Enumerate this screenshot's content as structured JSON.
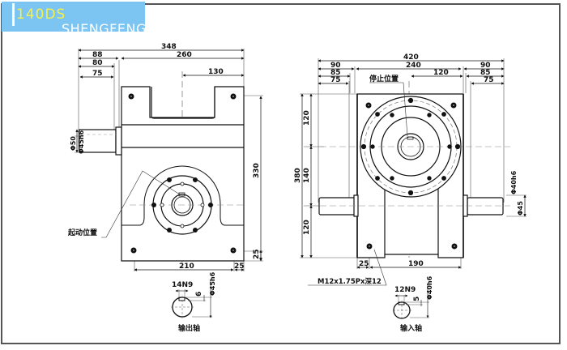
{
  "header": {
    "model": "140DS",
    "brand": "SHENGFENG",
    "banner_color": "#7cc4f2",
    "model_color": "#f5f04a"
  },
  "left_view": {
    "dims_top": {
      "overall": "348",
      "d88": "88",
      "d80": "80",
      "d75": "75",
      "d260": "260",
      "d130": "130"
    },
    "dims_right": {
      "height": "330",
      "d25": "25"
    },
    "dims_bottom": {
      "d210": "210",
      "d25": "25"
    },
    "dims_shaft": {
      "phi50": "Φ50",
      "phi45h6": "Φ45h6"
    },
    "label_start": "起动位置"
  },
  "right_view": {
    "dims_top": {
      "overall": "420",
      "l90": "90",
      "l85": "85",
      "l75": "75",
      "d240": "240",
      "d120": "120",
      "r90": "90",
      "r85": "85",
      "r75": "75"
    },
    "dims_left": {
      "overall": "380",
      "d120a": "120",
      "d140": "140",
      "d120b": "120"
    },
    "dims_right": {
      "phi40h6": "Φ40h6",
      "phi45": "Φ45"
    },
    "dims_bottom": {
      "d25": "25",
      "d190": "190"
    },
    "label_stop": "停止位置",
    "label_thread": "M12x1.75Px深12"
  },
  "output_shaft": {
    "key": "14N9",
    "depth": "6",
    "diameter": "Φ45h6",
    "caption": "输出轴"
  },
  "input_shaft": {
    "key": "12N9",
    "depth": "5",
    "diameter": "Φ40h6",
    "caption": "输入轴"
  }
}
